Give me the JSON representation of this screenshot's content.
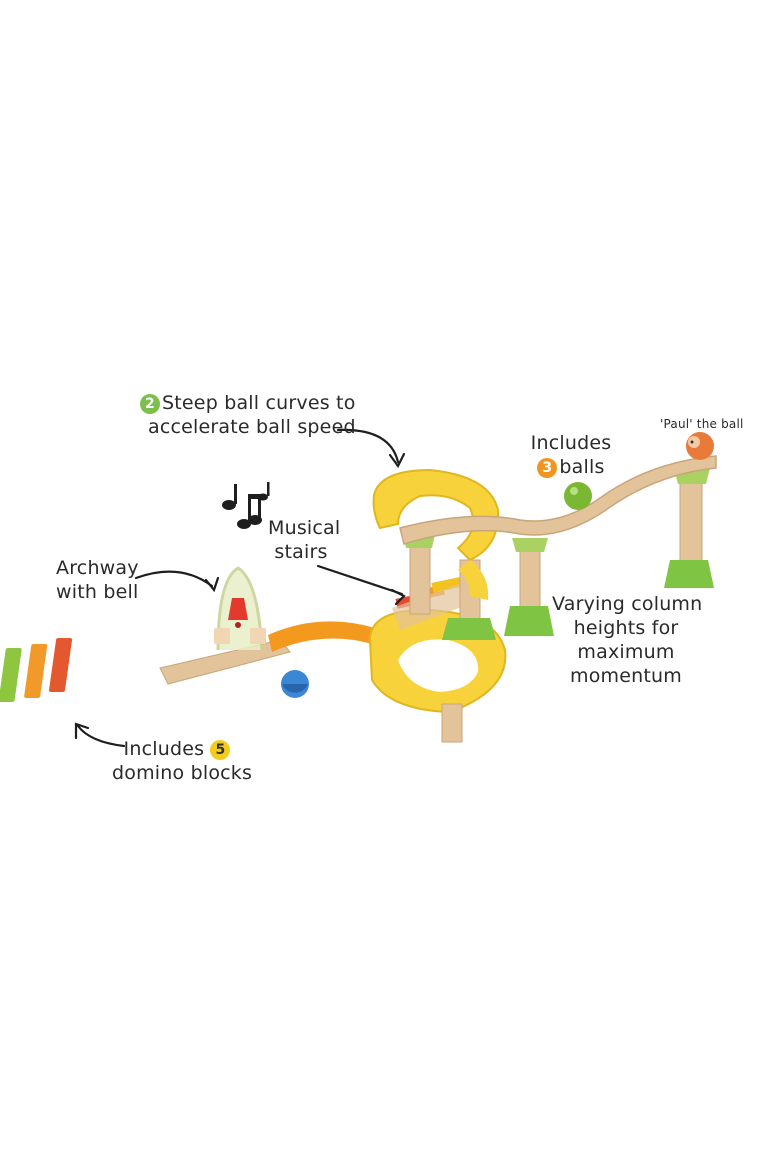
{
  "annotations": {
    "curves": {
      "badge": "2",
      "line1": "Steep ball curves to",
      "line2": "accelerate ball speed"
    },
    "balls": {
      "line1": "Includes",
      "badge": "3",
      "line2": "balls"
    },
    "paul": {
      "text": "'Paul' the ball"
    },
    "musical": {
      "line1": "Musical",
      "line2": "stairs"
    },
    "archway": {
      "line1": "Archway",
      "line2": "with bell"
    },
    "columns": {
      "line1": "Varying column",
      "line2": "heights for",
      "line3": "maximum",
      "line4": "momentum"
    },
    "dominoes": {
      "line1": "Includes",
      "badge": "5",
      "line2": "domino blocks"
    }
  },
  "colors": {
    "badge_green": "#7cc04b",
    "badge_orange": "#f0951f",
    "badge_yellow": "#f5cc1c",
    "track_yellow": "#f7d23a",
    "track_orange": "#f39a1e",
    "wood": "#e3c39a",
    "column_green": "#7fc443"
  },
  "icons": {
    "notes": "music-notes-icon",
    "arrows": "curved-arrow-icon"
  }
}
